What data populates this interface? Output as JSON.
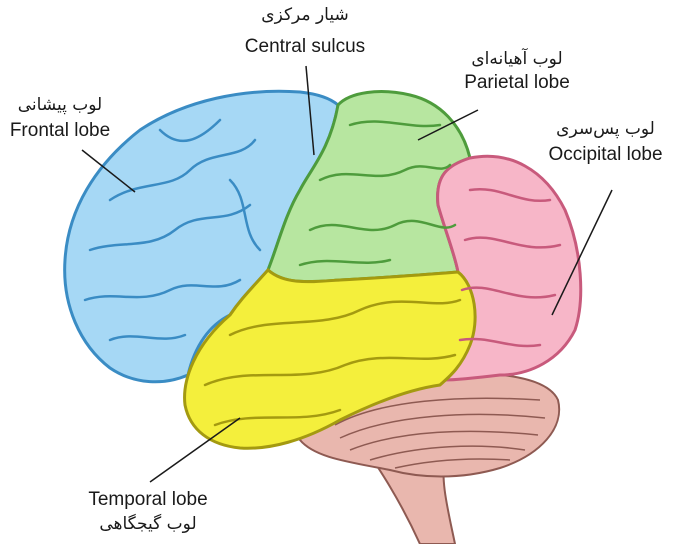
{
  "labels": {
    "central_sulcus": {
      "fa": "شیار مرکزی",
      "en": "Central sulcus"
    },
    "parietal": {
      "fa": "لوب آهیانه‌ای",
      "en": "Parietal lobe"
    },
    "frontal": {
      "fa": "لوب پیشانی",
      "en": "Frontal lobe"
    },
    "occipital": {
      "fa": "لوب پس‌سری",
      "en": "Occipital  lobe"
    },
    "temporal": {
      "fa": "لوب گیجگاهی",
      "en": "Temporal  lobe"
    }
  },
  "colors": {
    "frontal": "#a6d8f5",
    "frontal_stroke": "#3a8cc4",
    "parietal": "#b7e6a0",
    "parietal_stroke": "#4e9c3c",
    "occipital": "#f7b6c8",
    "occipital_stroke": "#c85a7c",
    "temporal": "#f4ef3c",
    "temporal_stroke": "#a49a10",
    "cerebellum": "#e9b7ae",
    "cerebellum_stroke": "#8e5a52",
    "brainstem": "#e9b7ae"
  }
}
